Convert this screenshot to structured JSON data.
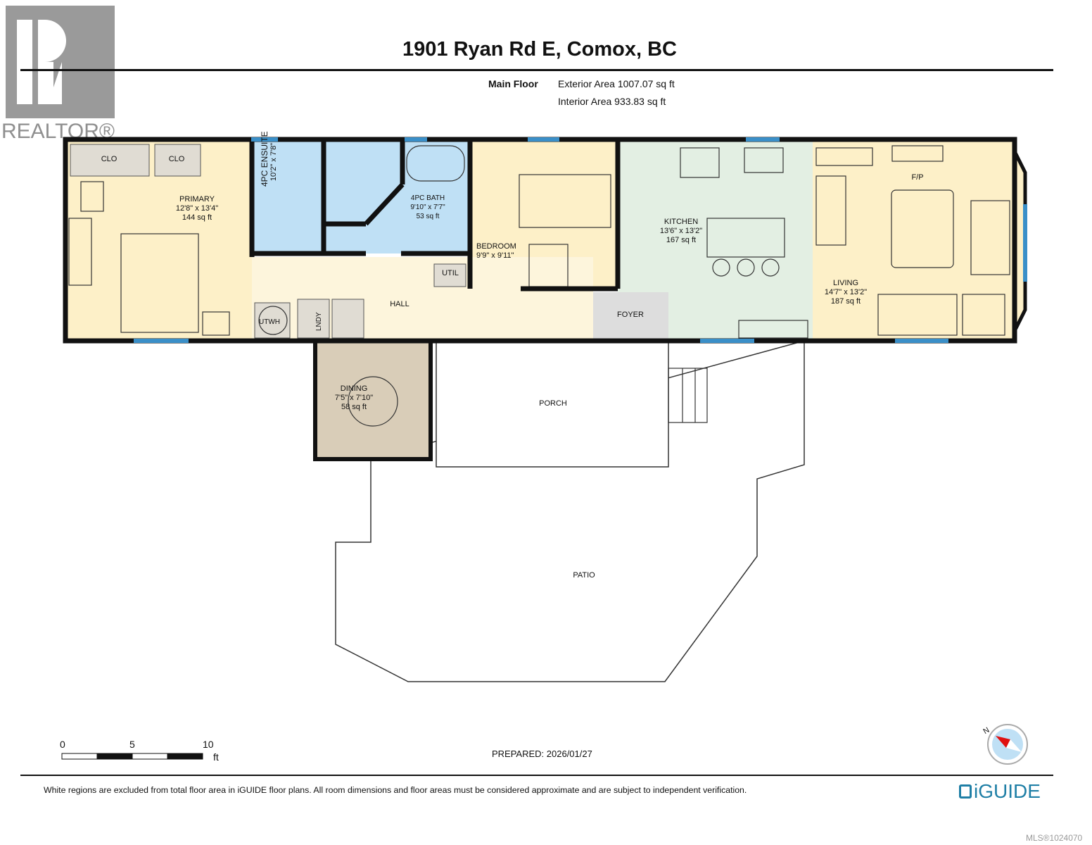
{
  "header": {
    "address": "1901 Ryan Rd E, Comox, BC",
    "floor_name": "Main Floor",
    "exterior_area": "Exterior Area 1007.07 sq ft",
    "interior_area": "Interior Area 933.83 sq ft"
  },
  "logos": {
    "realtor": "REALTOR®",
    "iguide": "iGUIDE",
    "realtor_color": "#8f8f8f",
    "iguide_color": "#1f7fa6"
  },
  "rooms": {
    "primary": {
      "name": "PRIMARY",
      "dims": "12'8\" x 13'4\"",
      "area": "144 sq ft"
    },
    "ensuite": {
      "name": "4PC ENSUITE",
      "dims": "10'2\" x 7'8\""
    },
    "bath": {
      "name": "4PC BATH",
      "dims": "9'10\" x 7'7\"",
      "area": "53 sq ft"
    },
    "bedroom": {
      "name": "BEDROOM",
      "dims": "9'9\" x 9'11\""
    },
    "kitchen": {
      "name": "KITCHEN",
      "dims": "13'6\" x 13'2\"",
      "area": "167 sq ft"
    },
    "living": {
      "name": "LIVING",
      "dims": "14'7\" x 13'2\"",
      "area": "187 sq ft"
    },
    "dining": {
      "name": "DINING",
      "dims": "7'5\" x 7'10\"",
      "area": "58 sq ft"
    },
    "clo1": "CLO",
    "clo2": "CLO",
    "hall": "HALL",
    "foyer": "FOYER",
    "porch": "PORCH",
    "patio": "PATIO",
    "util": "UTIL",
    "utwh": "UTWH",
    "lndy": "LNDY",
    "fp": "F/P"
  },
  "scale": {
    "ticks": [
      "0",
      "5",
      "10"
    ],
    "unit": "ft"
  },
  "prepared": "PREPARED: 2026/01/27",
  "compass": {
    "label": "N",
    "needle_color": "#e01010",
    "disc_color": "#bfe0f5"
  },
  "disclaimer": "White regions are excluded from total floor area in iGUIDE floor plans. All room dimensions and floor areas must be considered approximate and are subject to independent verification.",
  "mls": "MLS®1024070",
  "colors": {
    "cream": "#fdf0c8",
    "bath_blue": "#bfe0f5",
    "kitchen_green": "#e3efe3",
    "dining_tan": "#d9cdb8",
    "window_blue": "#3a8fc8"
  }
}
